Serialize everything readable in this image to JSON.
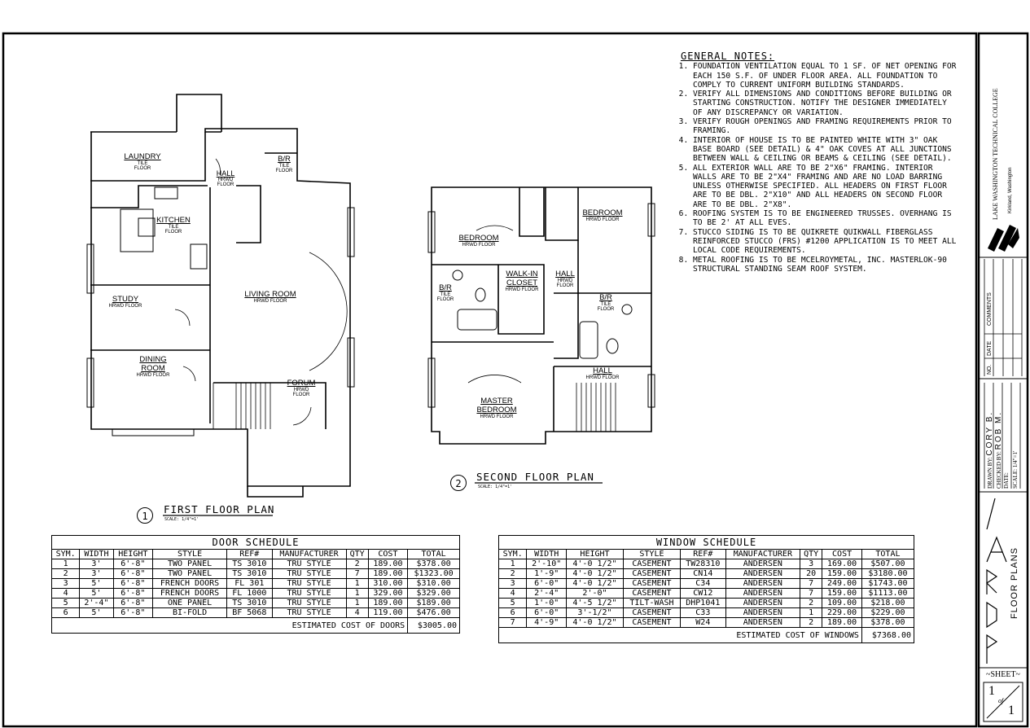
{
  "first_floor": {
    "title": "FIRST FLOOR PLAN",
    "number": "1",
    "scale": "SCALE: 1/4\"=1'",
    "rooms": [
      {
        "name": "LAUNDRY",
        "floor": "TILE\nFLOOR"
      },
      {
        "name": "HALL",
        "floor": "HRWD\nFLOOR"
      },
      {
        "name": "B/R",
        "floor": "TILE\nFLOOR"
      },
      {
        "name": "KITCHEN",
        "floor": "TILE\nFLOOR"
      },
      {
        "name": "STUDY",
        "floor": "HRWD FLOOR"
      },
      {
        "name": "LIVING ROOM",
        "floor": "HRWD FLOOR"
      },
      {
        "name": "DINING\nROOM",
        "floor": "HRWD FLOOR"
      },
      {
        "name": "FORUM",
        "floor": "HRWD\nFLOOR"
      }
    ]
  },
  "second_floor": {
    "title": "SECOND FLOOR PLAN",
    "number": "2",
    "scale": "SCALE: 1/4\"=1'",
    "rooms": [
      {
        "name": "BEDROOM",
        "floor": "HRWD FLOOR"
      },
      {
        "name": "BEDROOM",
        "floor": "HRWD FLOOR"
      },
      {
        "name": "WALK-IN\nCLOSET",
        "floor": "HRWD FLOOR"
      },
      {
        "name": "B/R",
        "floor": "TILE\nFLOOR"
      },
      {
        "name": "HALL",
        "floor": "HRWD\nFLOOR"
      },
      {
        "name": "B/R",
        "floor": "TILE\nFLOOR"
      },
      {
        "name": "HALL",
        "floor": "HRWD FLOOR"
      },
      {
        "name": "MASTER\nBEDROOM",
        "floor": "HRWD FLOOR"
      }
    ]
  },
  "general_notes": {
    "title": "GENERAL NOTES:",
    "items": [
      "FOUNDATION VENTILATION EQUAL TO 1 SF. OF NET OPENING FOR EACH 150 S.F. OF UNDER FLOOR AREA. ALL FOUNDATION TO COMPLY TO CURRENT UNIFORM BUILDING STANDARDS.",
      "VERIFY ALL DIMENSIONS AND CONDITIONS BEFORE BUILDING OR STARTING CONSTRUCTION. NOTIFY THE DESIGNER IMMEDIATELY OF ANY DISCREPANCY OR VARIATION.",
      "VERIFY ROUGH OPENINGS AND FRAMING REQUIREMENTS PRIOR TO FRAMING.",
      "INTERIOR OF HOUSE IS TO BE PAINTED WHITE WITH 3\" OAK BASE BOARD (SEE DETAIL) & 4\" OAK COVES AT ALL JUNCTIONS BETWEEN WALL & CEILING OR BEAMS & CEILING (SEE DETAIL).",
      "ALL EXTERIOR WALL ARE TO BE 2\"X6\" FRAMING. INTERIOR WALLS ARE TO BE 2\"X4\" FRAMING AND ARE NO LOAD BARRING UNLESS OTHERWISE SPECIFIED. ALL HEADERS ON FIRST FLOOR ARE TO BE DBL. 2\"X10\" AND ALL HEADERS ON SECOND FLOOR ARE TO BE DBL. 2\"X8\".",
      "ROOFING SYSTEM IS TO BE ENGINEERED TRUSSES. OVERHANG IS TO BE 2' AT ALL EVES.",
      "STUCCO SIDING IS TO BE QUIKRETE QUIKWALL FIBERGLASS REINFORCED STUCCO (FRS) #1200 APPLICATION IS TO MEET ALL LOCAL CODE REQUIREMENTS.",
      "METAL ROOFING IS TO BE MCELROYMETAL, INC. MASTERLOK-90 STRUCTURAL STANDING SEAM ROOF SYSTEM."
    ]
  },
  "door_schedule": {
    "title": "DOOR SCHEDULE",
    "headers": [
      "SYM.",
      "WIDTH",
      "HEIGHT",
      "STYLE",
      "REF#",
      "MANUFACTURER",
      "QTY",
      "COST",
      "TOTAL"
    ],
    "rows": [
      [
        "1",
        "3'",
        "6'-8\"",
        "TWO PANEL",
        "TS 3010",
        "TRU STYLE",
        "2",
        "189.00",
        "$378.00"
      ],
      [
        "2",
        "3'",
        "6'-8\"",
        "TWO PANEL",
        "TS 3010",
        "TRU STYLE",
        "7",
        "189.00",
        "$1323.00"
      ],
      [
        "3",
        "5'",
        "6'-8\"",
        "FRENCH DOORS",
        "FL 301",
        "TRU STYLE",
        "1",
        "310.00",
        "$310.00"
      ],
      [
        "4",
        "5'",
        "6'-8\"",
        "FRENCH DOORS",
        "FL 1000",
        "TRU STYLE",
        "1",
        "329.00",
        "$329.00"
      ],
      [
        "5",
        "2'-4\"",
        "6'-8\"",
        "ONE PANEL",
        "TS 3010",
        "TRU STYLE",
        "1",
        "189.00",
        "$189.00"
      ],
      [
        "6",
        "5'",
        "6'-8\"",
        "BI-FOLD",
        "BF 5068",
        "TRU STYLE",
        "4",
        "119.00",
        "$476.00"
      ]
    ],
    "estimate_label": "ESTIMATED COST OF DOORS",
    "estimate_total": "$3005.00"
  },
  "window_schedule": {
    "title": "WINDOW SCHEDULE",
    "headers": [
      "SYM.",
      "WIDTH",
      "HEIGHT",
      "STYLE",
      "REF#",
      "MANUFACTURER",
      "QTY",
      "COST",
      "TOTAL"
    ],
    "rows": [
      [
        "1",
        "2'-10\"",
        "4'-0 1/2\"",
        "CASEMENT",
        "TW28310",
        "ANDERSEN",
        "3",
        "169.00",
        "$507.00"
      ],
      [
        "2",
        "1'-9\"",
        "4'-0 1/2\"",
        "CASEMENT",
        "CN14",
        "ANDERSEN",
        "20",
        "159.00",
        "$3180.00"
      ],
      [
        "3",
        "6'-0\"",
        "4'-0 1/2\"",
        "CASEMENT",
        "C34",
        "ANDERSEN",
        "7",
        "249.00",
        "$1743.00"
      ],
      [
        "4",
        "2'-4\"",
        "2'-0\"",
        "CASEMENT",
        "CW12",
        "ANDERSEN",
        "7",
        "159.00",
        "$1113.00"
      ],
      [
        "5",
        "1'-0\"",
        "4'-5 1/2\"",
        "TILT-WASH",
        "DHP1041",
        "ANDERSEN",
        "2",
        "109.00",
        "$218.00"
      ],
      [
        "6",
        "6'-0\"",
        "3'-1/2\"",
        "CASEMENT",
        "C33",
        "ANDERSEN",
        "1",
        "229.00",
        "$229.00"
      ],
      [
        "7",
        "4'-9\"",
        "4'-0 1/2\"",
        "CASEMENT",
        "W24",
        "ANDERSEN",
        "2",
        "189.00",
        "$378.00"
      ]
    ],
    "estimate_label": "ESTIMATED COST OF WINDOWS",
    "estimate_total": "$7368.00"
  },
  "title_block": {
    "college": "LAKE WASHINGTON TECHNICAL COLLEGE",
    "location": "Kirkland, Washington",
    "comments_label": "COMMENTS",
    "date_label": "DATE",
    "no_label": "NO.",
    "drawn_by": "DRAWN BY:",
    "drawn_by_name": "CORY B.",
    "checked_by": "CHECKED BY:",
    "checked_by_name": "ROB M.",
    "date_field": "DATE:",
    "scale_field": "SCALE: 1/4\"=1'",
    "sheet_title": "FLOOR PLANS",
    "sheet_label": "SHEET",
    "sheet_number": "1",
    "sheet_of": "of",
    "sheet_total": "1"
  }
}
